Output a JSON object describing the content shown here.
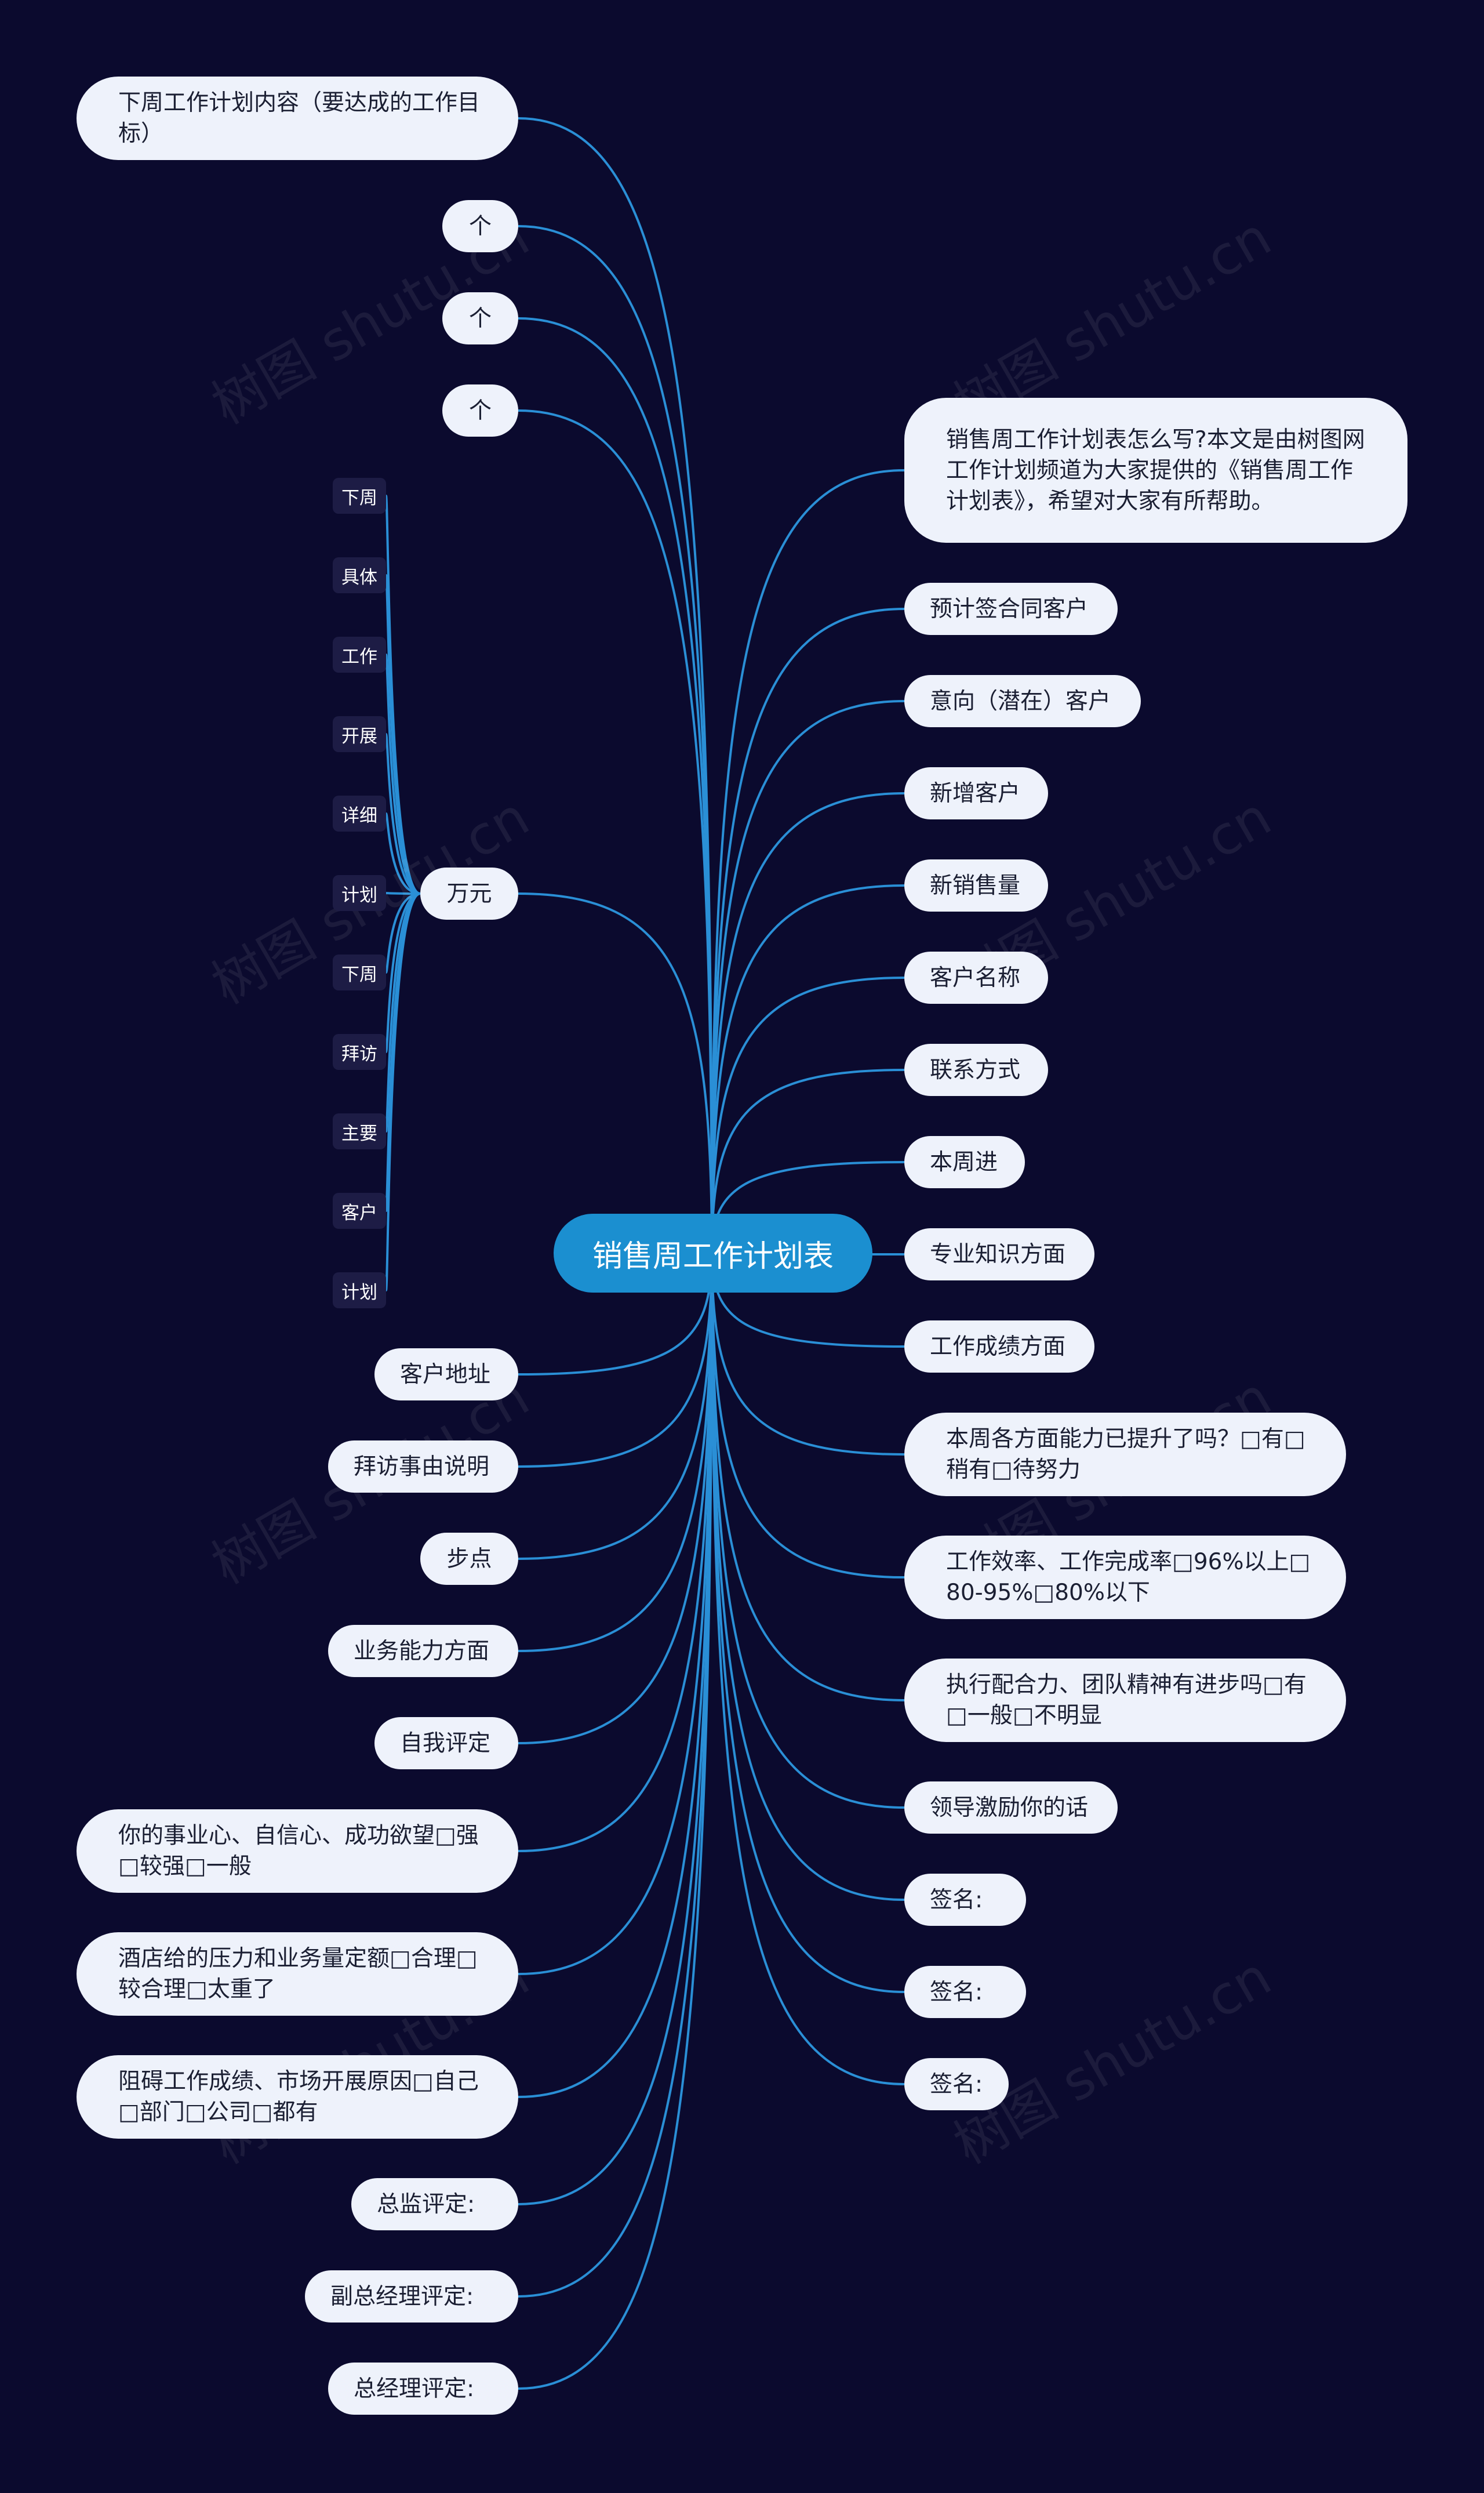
{
  "center": "销售周工作计划表",
  "left_top": [
    "下周工作计划内容（要达成的工作目标）",
    "个",
    "个",
    "个"
  ],
  "wanyuan": "万元",
  "leaves": [
    "下周",
    "具体",
    "工作",
    "开展",
    "详细",
    "计划",
    "下周",
    "拜访",
    "主要",
    "客户",
    "计划"
  ],
  "left_bottom": [
    "客户地址",
    "拜访事由说明",
    "步点",
    "业务能力方面",
    "自我评定",
    "你的事业心、自信心、成功欲望□强□较强□一般",
    "酒店给的压力和业务量定额□合理□较合理□太重了",
    "阻碍工作成绩、市场开展原因□自己□部门□公司□都有",
    "总监评定:",
    "副总经理评定:",
    "总经理评定:"
  ],
  "right": [
    "销售周工作计划表怎么写?本文是由树图网工作计划频道为大家提供的《销售周工作计划表》，希望对大家有所帮助。",
    "预计签合同客户",
    "意向（潜在）客户",
    "新增客户",
    "新销售量",
    "客户名称",
    "联系方式",
    "本周进",
    "专业知识方面",
    "工作成绩方面",
    "本周各方面能力已提升了吗？□有□稍有□待努力",
    "工作效率、工作完成率□96%以上□80-95%□80%以下",
    "执行配合力、团队精神有进步吗□有□一般□不明显",
    "领导激励你的话",
    "签名:",
    "签名:",
    "签名:"
  ],
  "watermark": "树图 shutu.cn",
  "colors": {
    "background": "#0b0a2e",
    "link": "#2a8fd6",
    "center": "#1b8fd0",
    "node": "#eef2fb"
  }
}
